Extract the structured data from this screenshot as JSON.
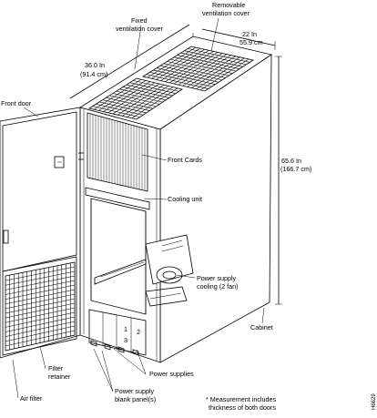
{
  "labels": {
    "fixed_cover_1": "Fixed",
    "fixed_cover_2": "ventilation cover",
    "removable_cover_1": "Removable",
    "removable_cover_2": "ventilation cover",
    "width_in": "22 In",
    "width_cm": "55.9 cm",
    "depth_in": "36.0 In",
    "depth_cm": "(91.4 cm)",
    "front_door": "Front door",
    "front_cards": "Front Cards",
    "cooling_unit": "Cooling unit",
    "height_in": "65.6 In",
    "height_cm": "(166.7 cm)",
    "power_supply_cooling_1": "Power supply",
    "power_supply_cooling_2": "cooling (2 fan)",
    "cabinet": "Cabinet",
    "filter_retainer_1": "Filter",
    "filter_retainer_2": "retainer",
    "power_supplies": "Power supplies",
    "air_filter": "Air filter",
    "blank_panel_1": "Power supply",
    "blank_panel_2": "blank panel(s)",
    "footnote_1": "* Measurement includes",
    "footnote_2": "thickness of both doors",
    "figure_id": "H6629"
  }
}
